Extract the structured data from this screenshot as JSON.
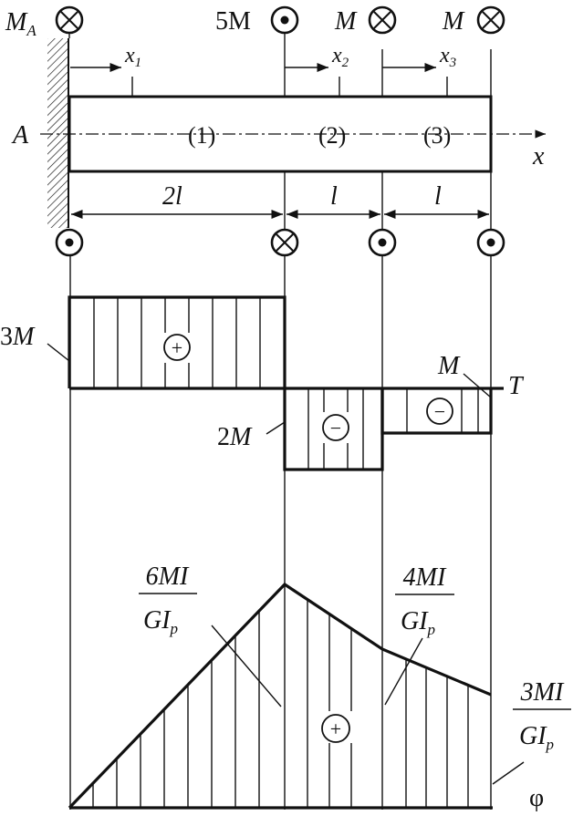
{
  "beam": {
    "support_label_main": "M",
    "support_label_sub": "A",
    "left_point_label": "A",
    "axis_label": "x",
    "moment_5m": "5M",
    "moment_m_3": "M",
    "moment_m_4": "M",
    "coord_1": "x",
    "coord_1_sub": "1",
    "coord_2": "x",
    "coord_2_sub": "2",
    "coord_3": "x",
    "coord_3_sub": "3",
    "section_1": "(1)",
    "section_2": "(2)",
    "section_3": "(3)",
    "dim_1": "2l",
    "dim_2": "l",
    "dim_3": "l"
  },
  "torque": {
    "label": "T",
    "value_3m": "3M",
    "value_2m": "2M",
    "value_m": "M",
    "sign_1": "+",
    "sign_2": "−",
    "sign_3": "−"
  },
  "angle": {
    "label": "φ",
    "v1_num": "6MI",
    "v1_den": "GI",
    "v1_sub": "p",
    "v2_num": "4MI",
    "v2_den": "GI",
    "v2_sub": "p",
    "v3_num": "3MI",
    "v3_den": "GI",
    "v3_sub": "p",
    "sign": "+"
  }
}
